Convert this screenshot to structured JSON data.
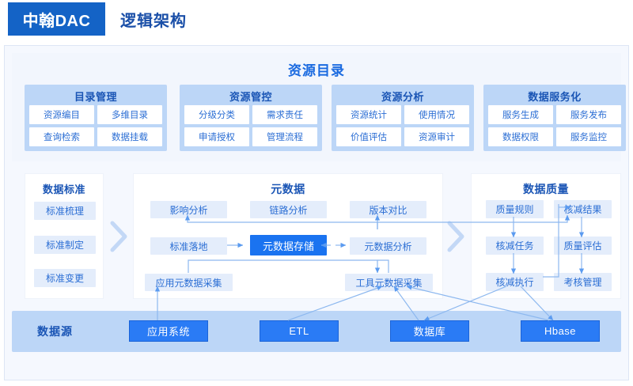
{
  "header": {
    "brand": "中翰DAC",
    "title": "逻辑架构"
  },
  "catalog": {
    "title": "资源目录",
    "panels": [
      {
        "head": "目录管理",
        "cells": [
          "资源编目",
          "多维目录",
          "查询检索",
          "数据挂载"
        ]
      },
      {
        "head": "资源管控",
        "cells": [
          "分级分类",
          "需求责任",
          "申请授权",
          "管理流程"
        ]
      },
      {
        "head": "资源分析",
        "cells": [
          "资源统计",
          "使用情况",
          "价值评估",
          "资源审计"
        ]
      },
      {
        "head": "数据服务化",
        "cells": [
          "服务生成",
          "服务发布",
          "数据权限",
          "服务监控"
        ]
      }
    ]
  },
  "standard": {
    "title": "数据标准",
    "tiles": [
      "标准梳理",
      "标准制定",
      "标准变更"
    ]
  },
  "metadata": {
    "title": "元数据",
    "tiles": {
      "impact": "影响分析",
      "lineage": "链路分析",
      "version": "版本对比",
      "landing": "标准落地",
      "store": "元数据存储",
      "analysis": "元数据分析",
      "app_collect": "应用元数据采集",
      "tool_collect": "工具元数据采集"
    }
  },
  "quality": {
    "title": "数据质量",
    "tiles": {
      "rule": "质量规则",
      "task": "核减任务",
      "exec": "核减执行",
      "result": "核减结果",
      "assess": "质量评估",
      "review": "考核管理"
    }
  },
  "datasource": {
    "label": "数据源",
    "buttons": [
      "应用系统",
      "ETL",
      "数据库",
      "Hbase"
    ]
  },
  "colors": {
    "brand_blue": "#1463c6",
    "title_blue": "#1a6ae0",
    "panel_blue": "#bcd6f7",
    "tile_blue": "#e4edfb",
    "primary_blue": "#1a73f0",
    "button_blue": "#2a7bf5",
    "bg": "#f5f8fe"
  }
}
